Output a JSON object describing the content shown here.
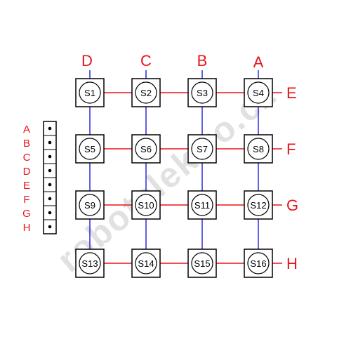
{
  "colors": {
    "label": "#e8141c",
    "row_wire": "#e8141c",
    "column_wire": "#2b2bd8",
    "outline": "#000000",
    "watermark": "#c9c9c9",
    "background": "#ffffff"
  },
  "columns": [
    "D",
    "C",
    "B",
    "A"
  ],
  "rows": [
    "E",
    "F",
    "G",
    "H"
  ],
  "switches": [
    [
      "S1",
      "S2",
      "S3",
      "S4"
    ],
    [
      "S5",
      "S6",
      "S7",
      "S8"
    ],
    [
      "S9",
      "S10",
      "S11",
      "S12"
    ],
    [
      "S13",
      "S14",
      "S15",
      "S16"
    ]
  ],
  "connector": {
    "pins": [
      "A",
      "B",
      "C",
      "D",
      "E",
      "F",
      "G",
      "H"
    ]
  },
  "watermark": "robotelektro.cz"
}
